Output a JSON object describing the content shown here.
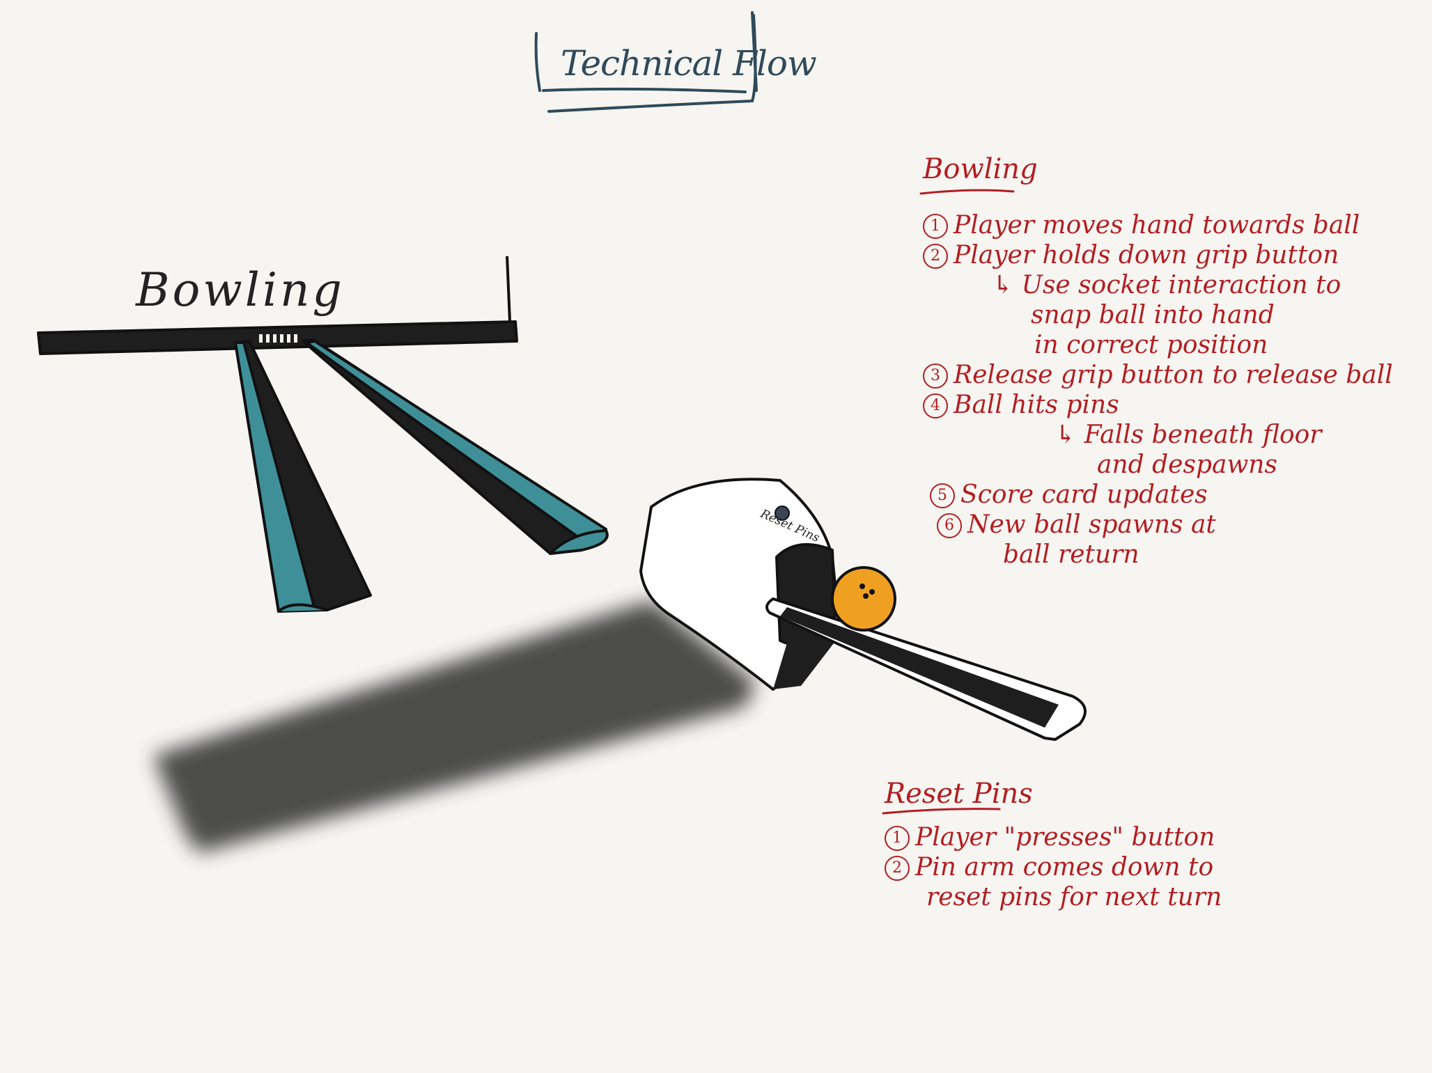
{
  "title": "Technical Flow",
  "diagram": {
    "lane_label": "Bowling",
    "machine_label": "Reset Pins"
  },
  "bowling_notes": {
    "heading": "Bowling",
    "steps": [
      {
        "num": "1",
        "text": "Player moves hand towards ball"
      },
      {
        "num": "2",
        "text": "Player holds down grip button"
      },
      {
        "num": "",
        "text": "↳ Use socket interaction to"
      },
      {
        "num": "",
        "text": "snap ball into hand"
      },
      {
        "num": "",
        "text": "in correct position"
      },
      {
        "num": "3",
        "text": "Release grip button to release ball"
      },
      {
        "num": "4",
        "text": "Ball hits pins"
      },
      {
        "num": "",
        "text": "↳ Falls beneath floor"
      },
      {
        "num": "",
        "text": "and despawns"
      },
      {
        "num": "5",
        "text": "Score card updates"
      },
      {
        "num": "6",
        "text": "New ball spawns at"
      },
      {
        "num": "",
        "text": "ball return"
      }
    ]
  },
  "reset_notes": {
    "heading": "Reset Pins",
    "steps": [
      {
        "num": "1",
        "text": "Player \"presses\" button"
      },
      {
        "num": "2",
        "text": "Pin arm comes down to"
      },
      {
        "num": "",
        "text": "reset pins for next turn"
      }
    ]
  },
  "colors": {
    "ink_red": "#b21e22",
    "title_blue": "#2f4a5a",
    "teal": "#3f8f98",
    "dark": "#1e1e1e",
    "ball_orange": "#f0a020"
  }
}
